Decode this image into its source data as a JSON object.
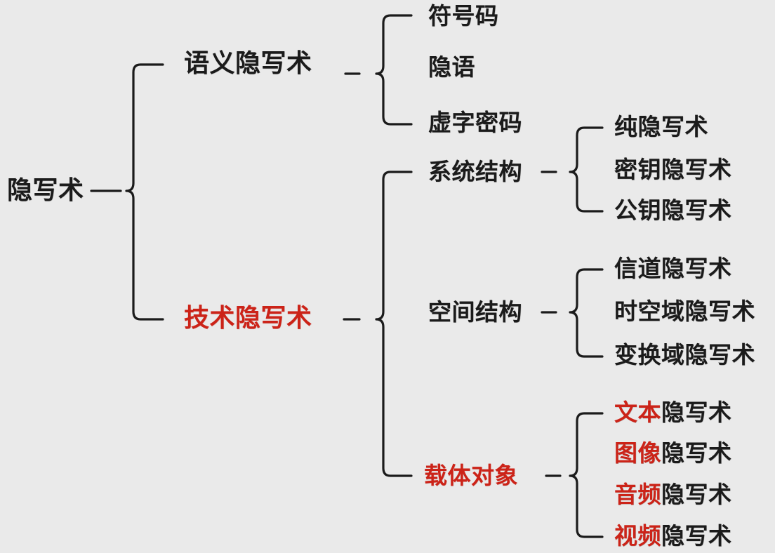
{
  "diagram": {
    "title": "隐写术",
    "background_color": "#eaeaea",
    "text_color": "#1b1b1b",
    "accent_color": "#cc2318",
    "type": "tree-mindmap"
  },
  "root": {
    "label": "隐写术"
  },
  "branches": {
    "semantic": {
      "label": "语义隐写术",
      "leaves": [
        {
          "text": "符号码"
        },
        {
          "text": "隐语"
        },
        {
          "text": "虚字密码"
        }
      ]
    },
    "technical": {
      "label": "技术隐写术",
      "highlighted": true,
      "groups": [
        {
          "label": "系统结构",
          "highlighted": false,
          "leaves": [
            {
              "prefix": "",
              "suffix": "纯隐写术"
            },
            {
              "prefix": "",
              "suffix": "密钥隐写术"
            },
            {
              "prefix": "",
              "suffix": "公钥隐写术"
            }
          ]
        },
        {
          "label": "空间结构",
          "highlighted": false,
          "leaves": [
            {
              "prefix": "",
              "suffix": "信道隐写术"
            },
            {
              "prefix": "",
              "suffix": "时空域隐写术"
            },
            {
              "prefix": "",
              "suffix": "变换域隐写术"
            }
          ]
        },
        {
          "label": "载体对象",
          "highlighted": true,
          "leaves": [
            {
              "prefix": "文本",
              "suffix": "隐写术"
            },
            {
              "prefix": "图像",
              "suffix": "隐写术"
            },
            {
              "prefix": "音频",
              "suffix": "隐写术"
            },
            {
              "prefix": "视频",
              "suffix": "隐写术"
            }
          ]
        }
      ]
    }
  }
}
